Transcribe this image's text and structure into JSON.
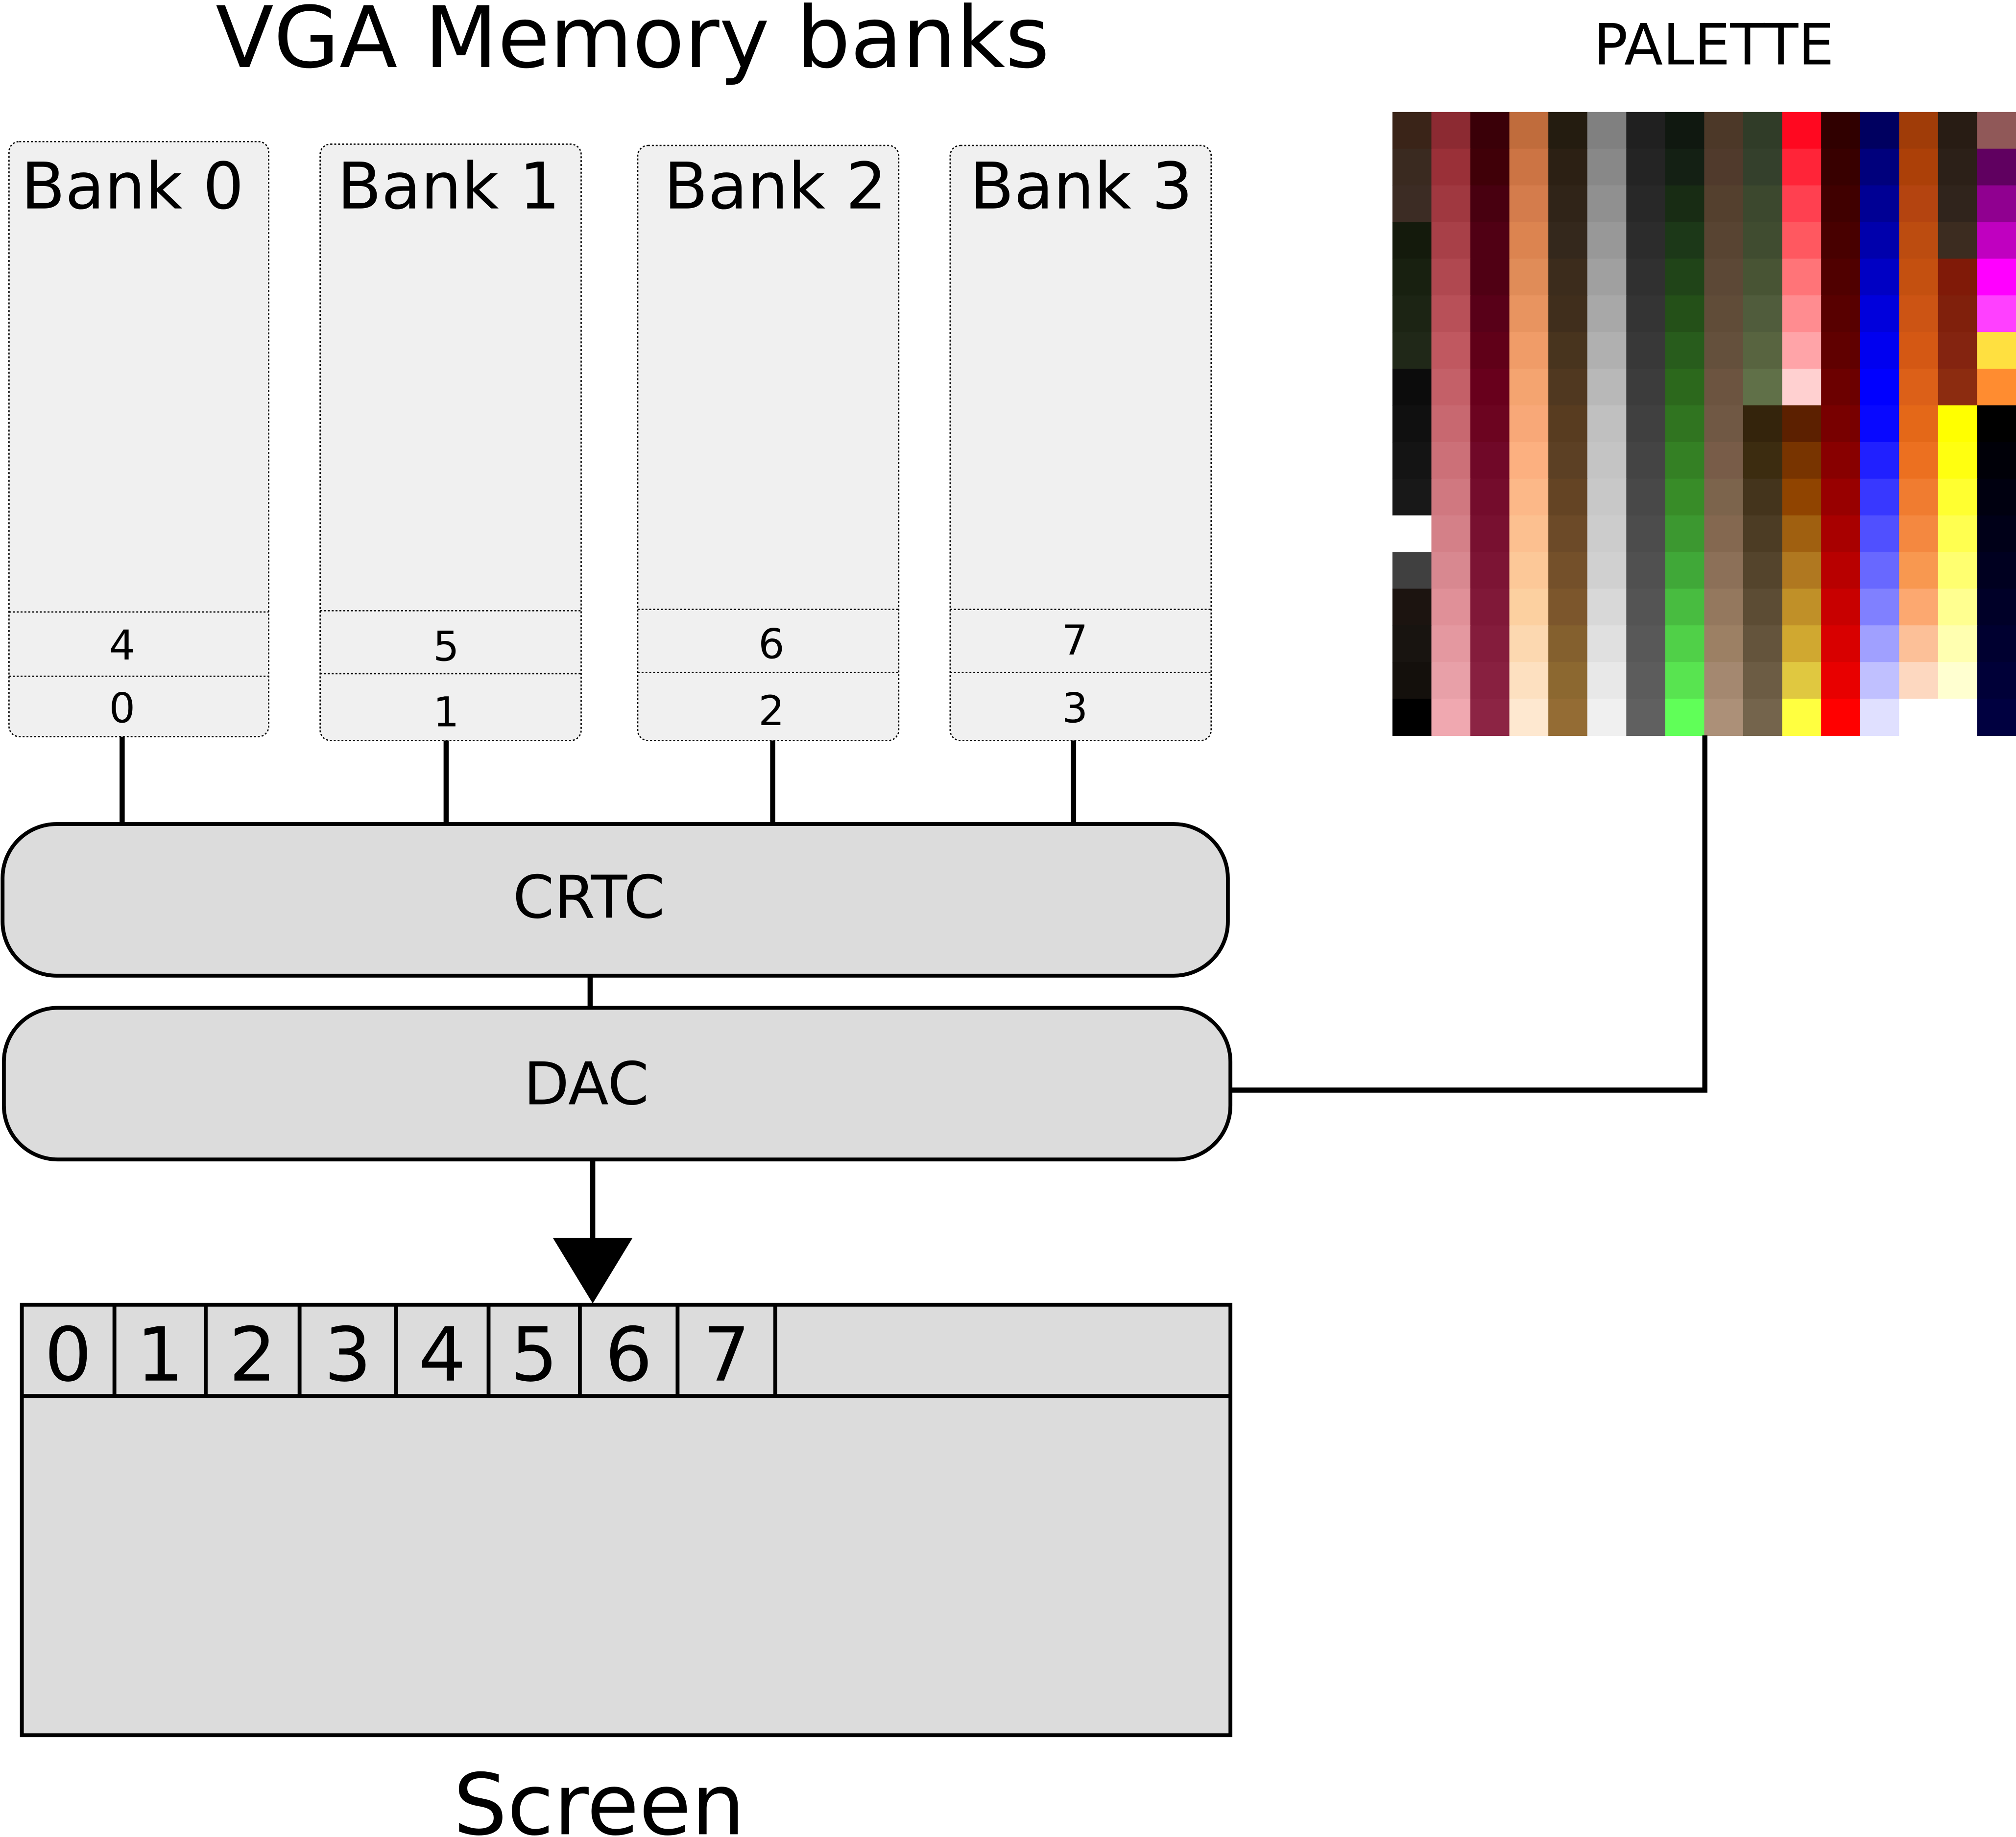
{
  "title": "VGA Memory banks",
  "palette_label": "PALETTE",
  "banks": [
    {
      "label": "Bank 0",
      "slots": [
        "4",
        "0"
      ]
    },
    {
      "label": "Bank 1",
      "slots": [
        "5",
        "1"
      ]
    },
    {
      "label": "Bank 2",
      "slots": [
        "6",
        "2"
      ]
    },
    {
      "label": "Bank 3",
      "slots": [
        "7",
        "3"
      ]
    }
  ],
  "crtc_label": "CRTC",
  "dac_label": "DAC",
  "screen_label": "Screen",
  "screen_pixels": [
    "0",
    "1",
    "2",
    "3",
    "4",
    "5",
    "6",
    "7"
  ],
  "colors": {
    "bank_fill": "#f0f0f0",
    "block_fill": "#dcdcdc",
    "line": "#000000"
  },
  "palette_grid": [
    [
      "#3a2418",
      "#8c2a32",
      "#3a0008",
      "#c06c3c",
      "#241c10",
      "#808080",
      "#202020",
      "#101810",
      "#4c3828",
      "#303c28",
      "#ff0820",
      "#300000",
      "#000060",
      "#a03c08",
      "#281c14",
      "#905858"
    ],
    [
      "#3a2a20",
      "#9a3038",
      "#400008",
      "#cc7444",
      "#2c2014",
      "#888888",
      "#242424",
      "#142014",
      "#503a2c",
      "#34402c",
      "#ff2438",
      "#380000",
      "#00007c",
      "#ac4008",
      "#2c2018",
      "#600060"
    ],
    [
      "#3c2c24",
      "#a03840",
      "#480010",
      "#d47c4c",
      "#302418",
      "#909090",
      "#282828",
      "#182c14",
      "#54402e",
      "#3c482e",
      "#ff4050",
      "#400000",
      "#000094",
      "#b44410",
      "#30241c",
      "#900090"
    ],
    [
      "#141a0c",
      "#a84048",
      "#500014",
      "#dc8450",
      "#34281c",
      "#989898",
      "#2c2c2c",
      "#1c3818",
      "#584432",
      "#404c30",
      "#ff5860",
      "#480000",
      "#0000ac",
      "#bc4c10",
      "#3c2c20",
      "#c000c0"
    ],
    [
      "#182010",
      "#b04850",
      "#500014",
      "#e08c58",
      "#3c2c1c",
      "#a0a0a0",
      "#303030",
      "#204418",
      "#5c4836",
      "#485434",
      "#ff7478",
      "#500000",
      "#0000c4",
      "#c45010",
      "#801a08",
      "#ff00ff"
    ],
    [
      "#1c2414",
      "#b85058",
      "#580018",
      "#e89460",
      "#402e1c",
      "#a8a8a8",
      "#343434",
      "#245018",
      "#604c38",
      "#505c3c",
      "#ff8c90",
      "#580000",
      "#0000dc",
      "#cc5414",
      "#80200c",
      "#ff40ff"
    ],
    [
      "#202818",
      "#c05860",
      "#600018",
      "#f09c68",
      "#48341e",
      "#b0b0b0",
      "#383838",
      "#285c1c",
      "#64503c",
      "#586440",
      "#ffa4a8",
      "#600000",
      "#0000f0",
      "#d45814",
      "#842410",
      "#ffe040"
    ],
    [
      "#0c0c0c",
      "#c46068",
      "#68001c",
      "#f4a470",
      "#503820",
      "#b8b8b8",
      "#3c3c3c",
      "#2c681c",
      "#6c5440",
      "#607048",
      "#ffd0d0",
      "#6c0000",
      "#0000ff",
      "#dc6018",
      "#8c2c10",
      "#ff8c30"
    ],
    [
      "#101010",
      "#c86870",
      "#6c0420",
      "#f8a878",
      "#583c20",
      "#c0c0c0",
      "#404040",
      "#307420",
      "#705844",
      "#34240c",
      "#5c2000",
      "#780000",
      "#0808ff",
      "#e46818",
      "#ffff00",
      "#000000"
    ],
    [
      "#141414",
      "#cc7078",
      "#700828",
      "#fcb080",
      "#5c4024",
      "#c4c4c4",
      "#444444",
      "#348024",
      "#785c48",
      "#3c2c10",
      "#783400",
      "#880000",
      "#2020ff",
      "#ec7020",
      "#ffff10",
      "#000008"
    ],
    [
      "#181818",
      "#d07880",
      "#740c2c",
      "#fcb888",
      "#644424",
      "#c8c8c8",
      "#484848",
      "#388c28",
      "#7c644c",
      "#44341c",
      "#904400",
      "#980000",
      "#3838ff",
      "#f07c30",
      "#ffff30",
      "#000010"
    ],
    [
      "#ffffff",
      "#d48088",
      "#781030",
      "#fcc090",
      "#6c4a28",
      "#cccccc",
      "#4c4c4c",
      "#3c9830",
      "#846850",
      "#4c3c24",
      "#a06010",
      "#a80000",
      "#5050ff",
      "#f48840",
      "#ffff50",
      "#000018"
    ],
    [
      "#404040",
      "#d88890",
      "#7c1434",
      "#fcc898",
      "#74502a",
      "#d0d0d0",
      "#505050",
      "#40a838",
      "#8c7058",
      "#54442c",
      "#b07820",
      "#b80000",
      "#6868ff",
      "#f89850",
      "#ffff70",
      "#000020"
    ],
    [
      "#1c1410",
      "#e09098",
      "#801838",
      "#fcd0a0",
      "#7c562c",
      "#d8d8d8",
      "#545454",
      "#48bc40",
      "#94785e",
      "#5c4c34",
      "#c09028",
      "#c80000",
      "#8080ff",
      "#fca870",
      "#ffff90",
      "#000028"
    ],
    [
      "#181410",
      "#e498a0",
      "#841c3c",
      "#fcd8b0",
      "#84602e",
      "#e0e0e0",
      "#585858",
      "#50d048",
      "#9c8064",
      "#64543c",
      "#d0a830",
      "#d80000",
      "#a0a0ff",
      "#fcc098",
      "#ffffb0",
      "#000030"
    ],
    [
      "#14100c",
      "#e8a0a8",
      "#882040",
      "#fde0c0",
      "#8c6830",
      "#e8e8e8",
      "#5c5c5c",
      "#58e450",
      "#a48870",
      "#6c5c44",
      "#e0c840",
      "#e80000",
      "#c0c0ff",
      "#fdd8c0",
      "#ffffd0",
      "#000038"
    ],
    [
      "#000000",
      "#f0a8b0",
      "#8c2444",
      "#fee8d0",
      "#946c34",
      "#f0f0f0",
      "#606060",
      "#60ff58",
      "#ac9078",
      "#74644c",
      "#ffff40",
      "#ff0000",
      "#e0e0ff",
      "#ffffff",
      "#ffffff",
      "#000040"
    ]
  ]
}
